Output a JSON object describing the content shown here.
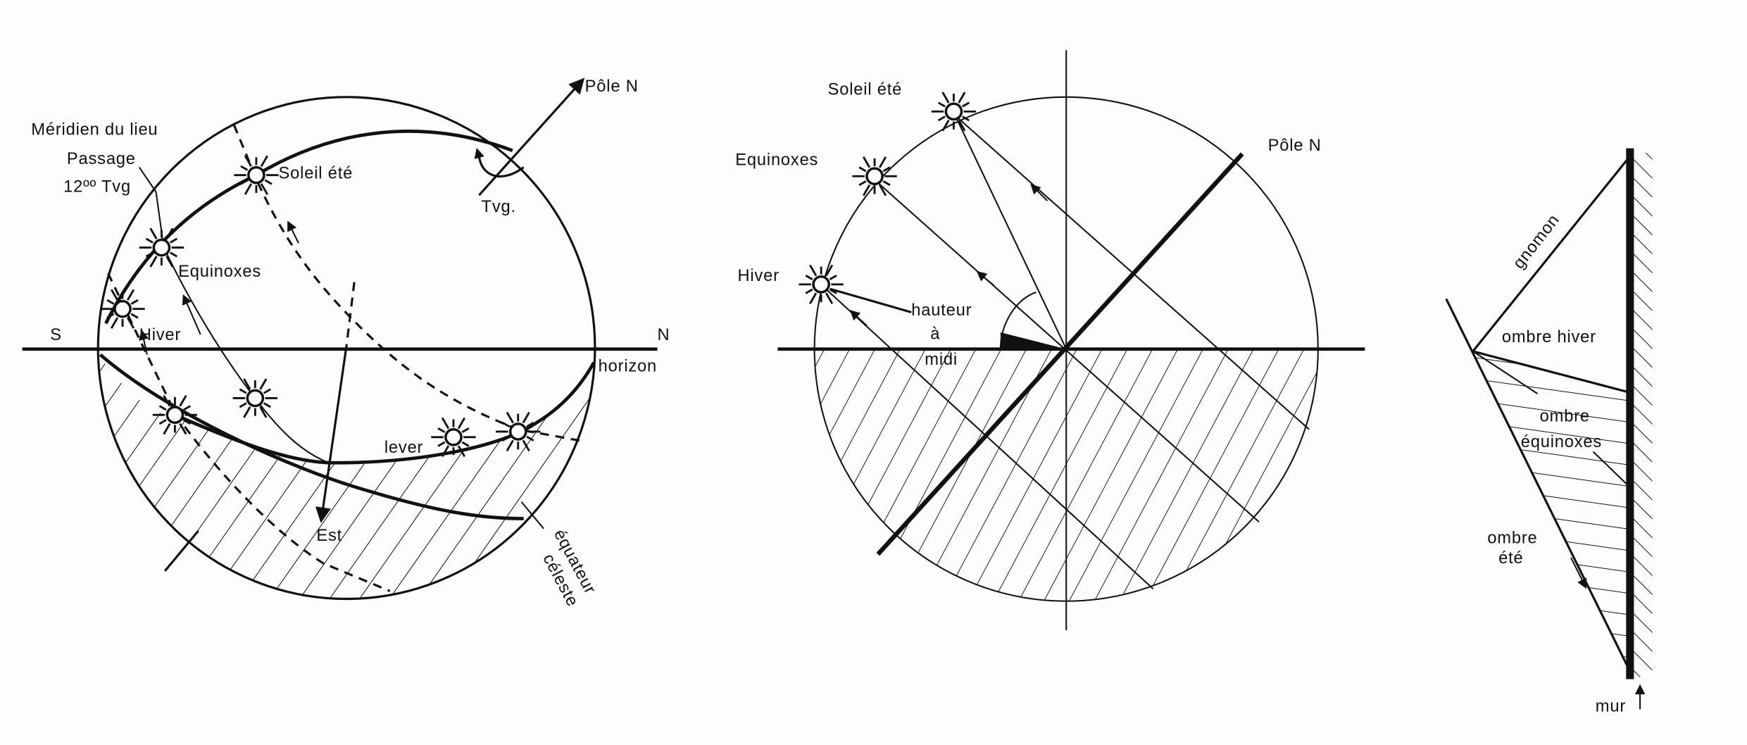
{
  "figure1": {
    "meridian_label": "Méridien du lieu",
    "passage_label": "Passage",
    "noon_label": "12ºº Tvg",
    "pole_label": "Pôle N",
    "tvg_label": "Tvg.",
    "summer_label": "Soleil été",
    "equinox_label": "Equinoxes",
    "winter_label": "Hiver",
    "south_label": "S",
    "north_label": "N",
    "horizon_label": "horizon",
    "sunrise_label": "lever",
    "east_label": "Est",
    "equator_label_1": "équateur",
    "equator_label_2": "céleste"
  },
  "figure2": {
    "summer_label": "Soleil été",
    "equinox_label": "Equinoxes",
    "winter_label": "Hiver",
    "pole_label": "Pôle N",
    "height_label_1": "hauteur",
    "height_label_2": "à",
    "height_label_3": "midi"
  },
  "figure3": {
    "gnomon_label": "gnomon",
    "winter_shadow_label": "ombre hiver",
    "equinox_shadow_label_1": "ombre",
    "equinox_shadow_label_2": "équinoxes",
    "summer_shadow_label_1": "ombre",
    "summer_shadow_label_2": "été",
    "wall_label": "mur"
  },
  "colors": {
    "ink": "#111111",
    "paper": "#fdfdfd"
  }
}
